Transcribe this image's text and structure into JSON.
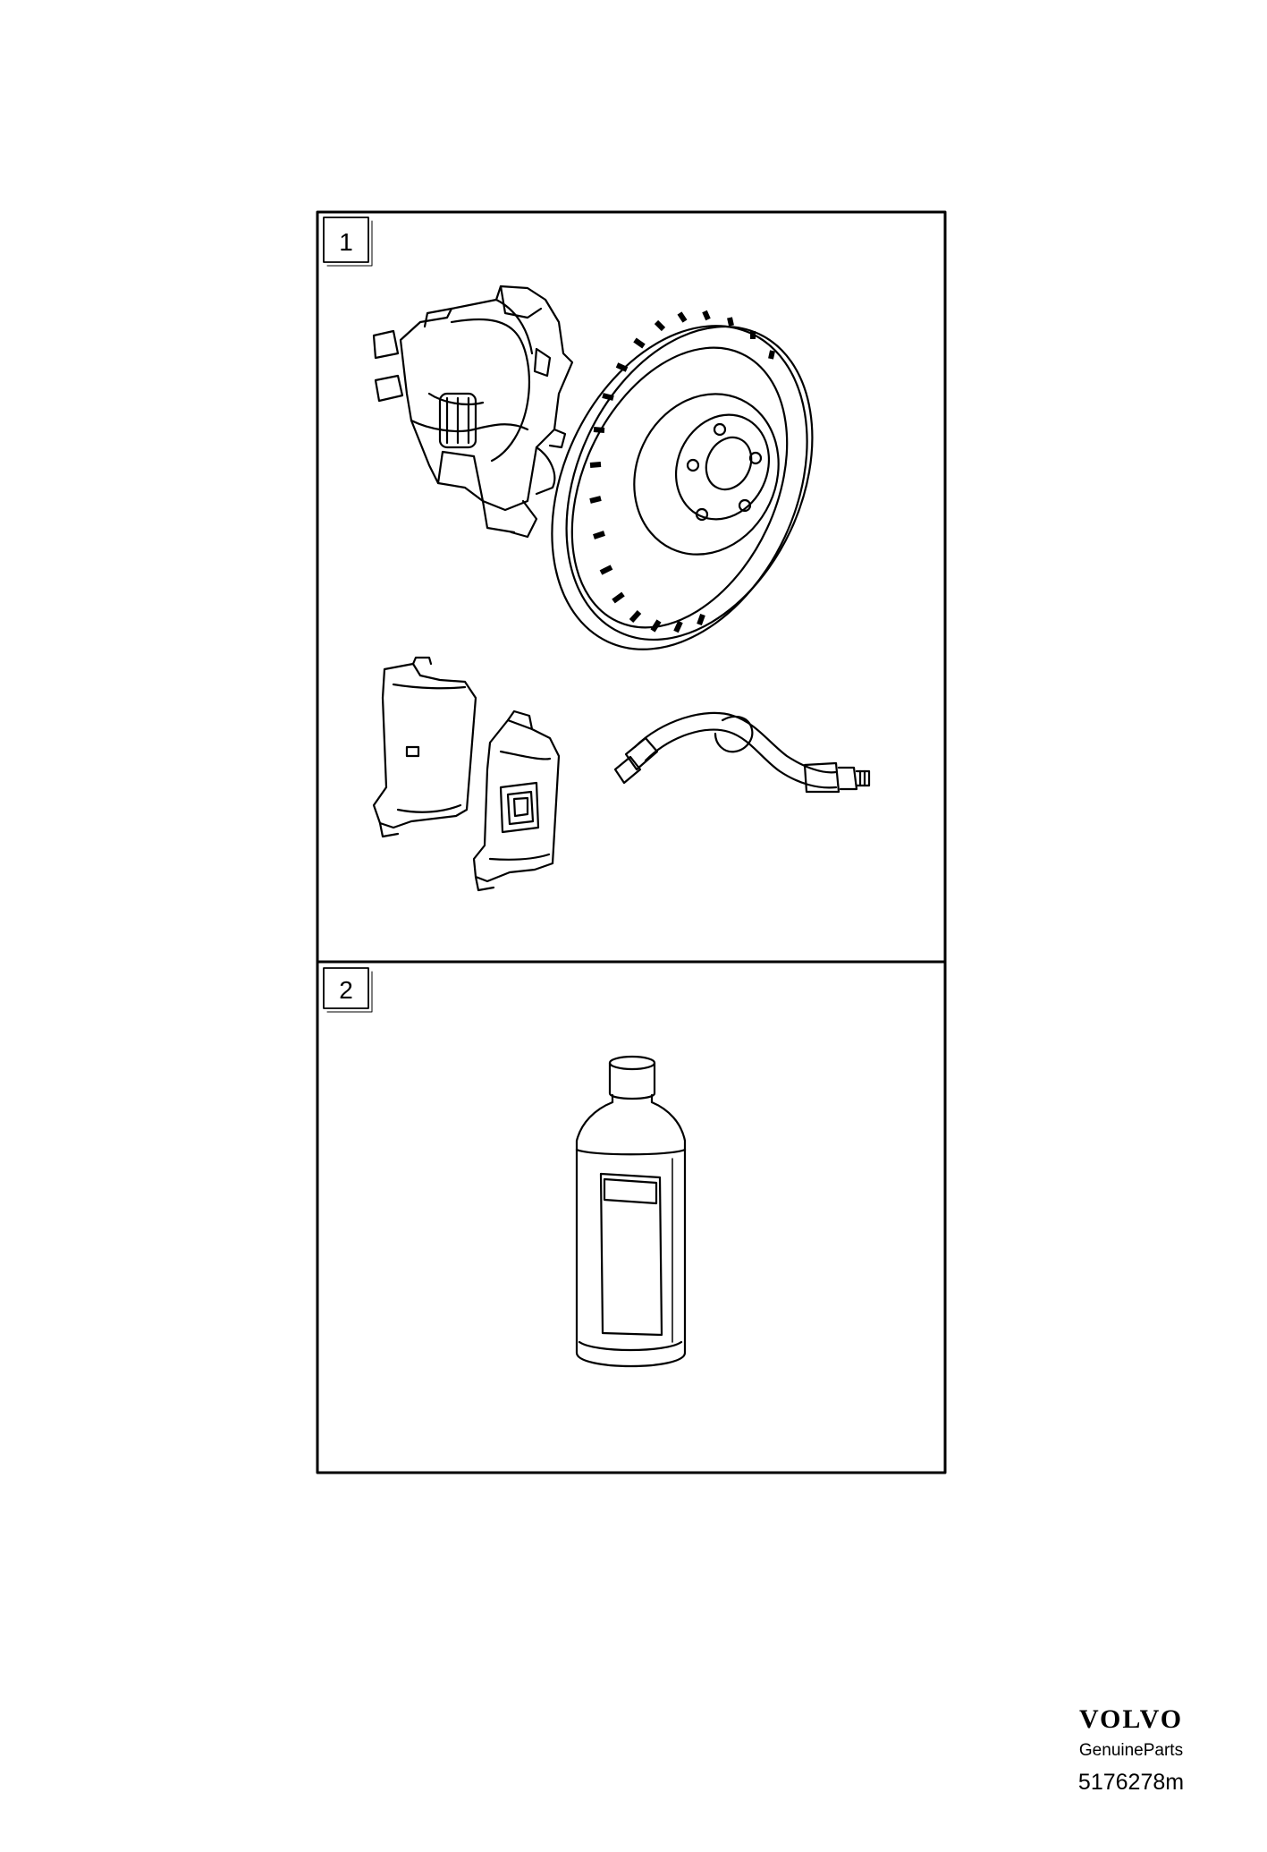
{
  "panels": [
    {
      "number": "1"
    },
    {
      "number": "2"
    }
  ],
  "brand": {
    "logo_text": "VOLVO",
    "tagline": "GenuineParts"
  },
  "reference_code": "5176278m"
}
